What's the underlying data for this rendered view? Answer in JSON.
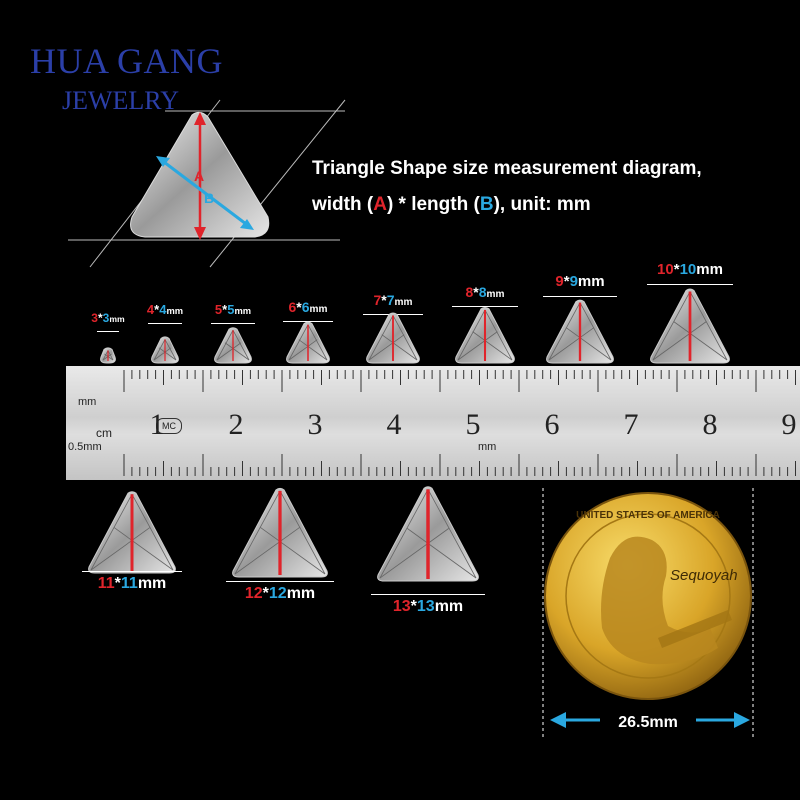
{
  "brand": {
    "line1": "HUA GANG",
    "line2": "JEWELRY"
  },
  "description": {
    "line1": "Triangle Shape  size measurement diagram,",
    "line2_prefix": "width (",
    "width_letter": "A",
    "line2_mid": ") * length (",
    "length_letter": "B",
    "line2_suffix": "), unit: mm"
  },
  "diagram": {
    "label_a": "A",
    "label_b": "B"
  },
  "sizes_row": [
    {
      "a": "3",
      "b": "3",
      "unit": "mm"
    },
    {
      "a": "4",
      "b": "4",
      "unit": "mm"
    },
    {
      "a": "5",
      "b": "5",
      "unit": "mm"
    },
    {
      "a": "6",
      "b": "6",
      "unit": "mm"
    },
    {
      "a": "7",
      "b": "7",
      "unit": "mm"
    },
    {
      "a": "8",
      "b": "8",
      "unit": "mm"
    },
    {
      "a": "9",
      "b": "9",
      "unit": "mm"
    },
    {
      "a": "10",
      "b": "10",
      "unit": "mm"
    }
  ],
  "sizes_bottom": [
    {
      "a": "11",
      "b": "11",
      "unit": "mm"
    },
    {
      "a": "12",
      "b": "12",
      "unit": "mm"
    },
    {
      "a": "13",
      "b": "13",
      "unit": "mm"
    }
  ],
  "ruler": {
    "label_mm": "mm",
    "label_cm": "cm",
    "label_half_mm": "0.5mm",
    "label_mm_mid": "mm",
    "mark": "MC",
    "numbers": [
      "1",
      "2",
      "3",
      "4",
      "5",
      "6",
      "7",
      "8",
      "9"
    ]
  },
  "coin": {
    "caption": "Sequoyah",
    "rim_text": "UNITED STATES OF AMERICA",
    "diameter_label": "26.5mm"
  },
  "colors": {
    "width": "#e0242b",
    "length": "#2aa8e0",
    "brand": "#2b3fa8"
  }
}
